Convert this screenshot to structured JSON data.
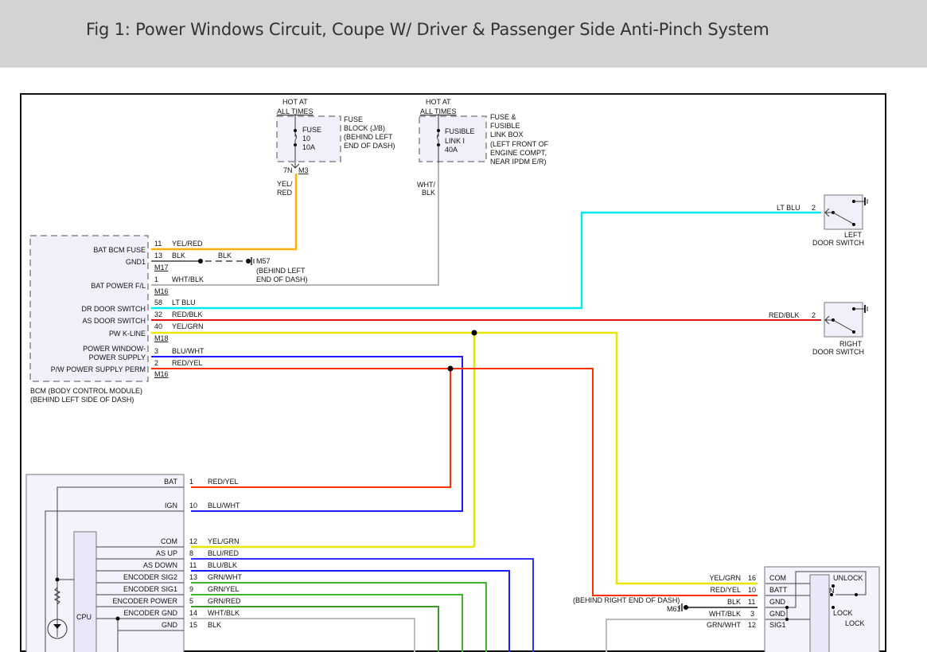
{
  "header": {
    "title": "Fig 1: Power Windows Circuit, Coupe W/ Driver & Passenger Side Anti-Pinch System"
  },
  "fuse_block": {
    "hot_label_1": "HOT AT",
    "hot_label_2": "ALL TIMES",
    "fuse_line1": "FUSE",
    "fuse_line2": "10",
    "fuse_line3": "10A",
    "desc": [
      "FUSE",
      "BLOCK (J/B)",
      "(BEHIND LEFT",
      "END OF DASH)"
    ],
    "terminal": "7N",
    "connector": "M3",
    "wire_color_1": "YEL/",
    "wire_color_2": "RED"
  },
  "fusible_link_box": {
    "hot_label_1": "HOT AT",
    "hot_label_2": "ALL TIMES",
    "fuse_line1": "FUSIBLE",
    "fuse_line2": "LINK I",
    "fuse_line3": "40A",
    "desc": [
      "FUSE &",
      "FUSIBLE",
      "LINK BOX",
      "(LEFT FRONT OF",
      "ENGINE COMPT,",
      "NEAR IPDM E/R)"
    ],
    "wire_color_1": "WHT/",
    "wire_color_2": "BLK"
  },
  "bcm": {
    "name_1": "BCM (BODY CONTROL MODULE)",
    "name_2": "(BEHIND LEFT SIDE OF DASH)",
    "pins": [
      {
        "label": "BAT BCM FUSE",
        "pin": "11",
        "wire": "YEL/RED",
        "color": "#ffb000"
      },
      {
        "label": "GND1",
        "pin": "13",
        "wire": "BLK",
        "color": "#444444",
        "connector": "M17"
      },
      {
        "label": "BAT POWER F/L",
        "pin": "1",
        "wire": "WHT/BLK",
        "color": "#b5b5b5",
        "connector": "M16"
      },
      {
        "label": "DR DOOR SWITCH",
        "pin": "58",
        "wire": "LT BLU",
        "color": "#00e5f0"
      },
      {
        "label": "AS DOOR SWITCH",
        "pin": "32",
        "wire": "RED/BLK",
        "color": "#e81010"
      },
      {
        "label": "PW K-LINE",
        "pin": "40",
        "wire": "YEL/GRN",
        "color": "#e6e600",
        "connector": "M18"
      },
      {
        "label_1": "POWER WINDOW-",
        "label_2": "POWER SUPPLY",
        "pin": "3",
        "wire": "BLU/WHT",
        "color": "#1a1aff"
      },
      {
        "label": "P/W POWER SUPPLY PERM",
        "pin": "2",
        "wire": "RED/YEL",
        "color": "#ff3000",
        "connector": "M16"
      }
    ]
  },
  "ground_m57": {
    "wire": "BLK",
    "name": "M57",
    "desc_1": "(BEHIND LEFT",
    "desc_2": "END OF DASH)"
  },
  "left_door_switch": {
    "wire": "LT BLU",
    "pin": "2",
    "name_1": "LEFT",
    "name_2": "DOOR SWITCH"
  },
  "right_door_switch": {
    "wire": "RED/BLK",
    "pin": "2",
    "name_1": "RIGHT",
    "name_2": "DOOR SWITCH"
  },
  "driver_pw_switch": {
    "cpu_label": "CPU",
    "pins": [
      {
        "label": "BAT",
        "pin": "1",
        "wire": "RED/YEL",
        "color": "#ff3000"
      },
      {
        "label": "IGN",
        "pin": "10",
        "wire": "BLU/WHT",
        "color": "#1a1aff"
      },
      {
        "label": "COM",
        "pin": "12",
        "wire": "YEL/GRN",
        "color": "#e6e600"
      },
      {
        "label": "AS UP",
        "pin": "8",
        "wire": "BLU/RED",
        "color": "#3030ff"
      },
      {
        "label": "AS DOWN",
        "pin": "11",
        "wire": "BLU/BLK",
        "color": "#1a1aff"
      },
      {
        "label": "ENCODER SIG2",
        "pin": "13",
        "wire": "GRN/WHT",
        "color": "#3cb82a"
      },
      {
        "label": "ENCODER SIG1",
        "pin": "9",
        "wire": "GRN/YEL",
        "color": "#3cb82a"
      },
      {
        "label": "ENCODER POWER",
        "pin": "5",
        "wire": "GRN/RED",
        "color": "#3c9a2a"
      },
      {
        "label": "ENCODER GND",
        "pin": "14",
        "wire": "WHT/BLK",
        "color": "#b5b5b5"
      },
      {
        "label": "GND",
        "pin": "15",
        "wire": "BLK",
        "color": "#cccccc"
      }
    ]
  },
  "passenger_pw_switch": {
    "ground_location": "(BEHIND RIGHT END OF DASH)",
    "ground_name": "M61",
    "pins": [
      {
        "label": "COM",
        "pin": "16",
        "wire": "YEL/GRN"
      },
      {
        "label": "BATT",
        "pin": "10",
        "wire": "RED/YEL"
      },
      {
        "label": "GND",
        "pin": "11",
        "wire": "BLK"
      },
      {
        "label": "GND",
        "pin": "3",
        "wire": "WHT/BLK"
      },
      {
        "label": "SIG1",
        "pin": "12",
        "wire": "GRN/WHT"
      }
    ],
    "switch_labels": {
      "unlock": "UNLOCK",
      "neutral": "N",
      "lock": "LOCK",
      "lock2": "LOCK"
    }
  }
}
